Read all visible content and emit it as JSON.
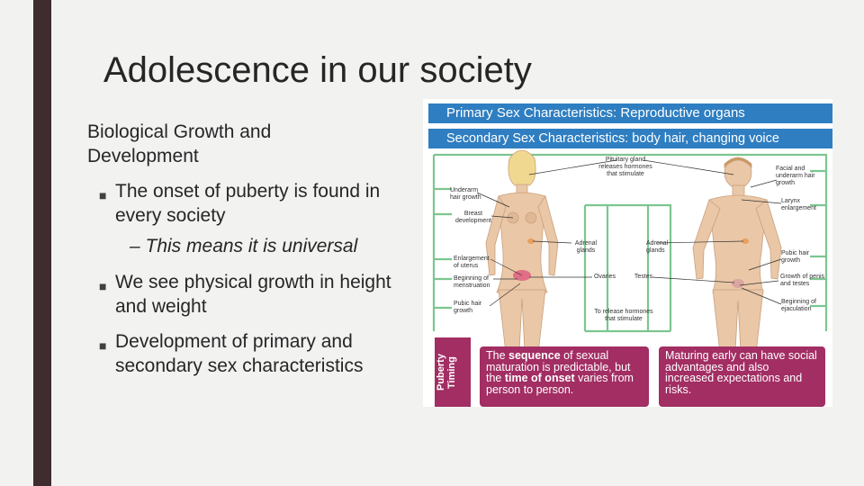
{
  "slide": {
    "title": "Adolescence in our society",
    "subtitle": "Biological Growth and Development",
    "bullets": [
      "The onset of puberty is found in every society",
      "We see physical growth in height and weight",
      "Development of primary and secondary sex characteristics"
    ],
    "sub_bullet": "–  This means it is universal",
    "bullet_marker": "■"
  },
  "figure": {
    "banner_primary": "Primary Sex Characteristics: Reproductive organs",
    "banner_secondary": "Secondary Sex Characteristics: body hair, changing voice",
    "labels": {
      "pituitary": "Pituitary gland releases hormones that stimulate",
      "underarm": "Underarm hair growth",
      "breast": "Breast development",
      "adrenal_left": "Adrenal glands",
      "adrenal_right": "Adrenal glands",
      "uterus": "Enlargement of uterus",
      "menstruation": "Beginning of menstruation",
      "pubic_female": "Pubic hair growth",
      "ovaries": "Ovaries",
      "testes": "Testes",
      "release": "To release hormones that stimulate",
      "facial": "Facial and underarm hair growth",
      "larynx": "Larynx enlargement",
      "pubic_male": "Pubic hair growth",
      "penis": "Growth of penis and testes",
      "ejaculation": "Beginning of ejaculation"
    },
    "timing_tab": "Puberty Timing",
    "box_left": {
      "p1": "The ",
      "b1": "sequence",
      "p2": " of sexual maturation is predictable, but the ",
      "b2": "time of onset",
      "p3": " varies from person to person."
    },
    "box_right": "Maturing early can have social advantages and also increased expectations and risks.",
    "colors": {
      "banner": "#2f7ec1",
      "connector": "#7cc68f",
      "timing": "#a22e63",
      "sidebar": "#3e2c2e"
    }
  }
}
